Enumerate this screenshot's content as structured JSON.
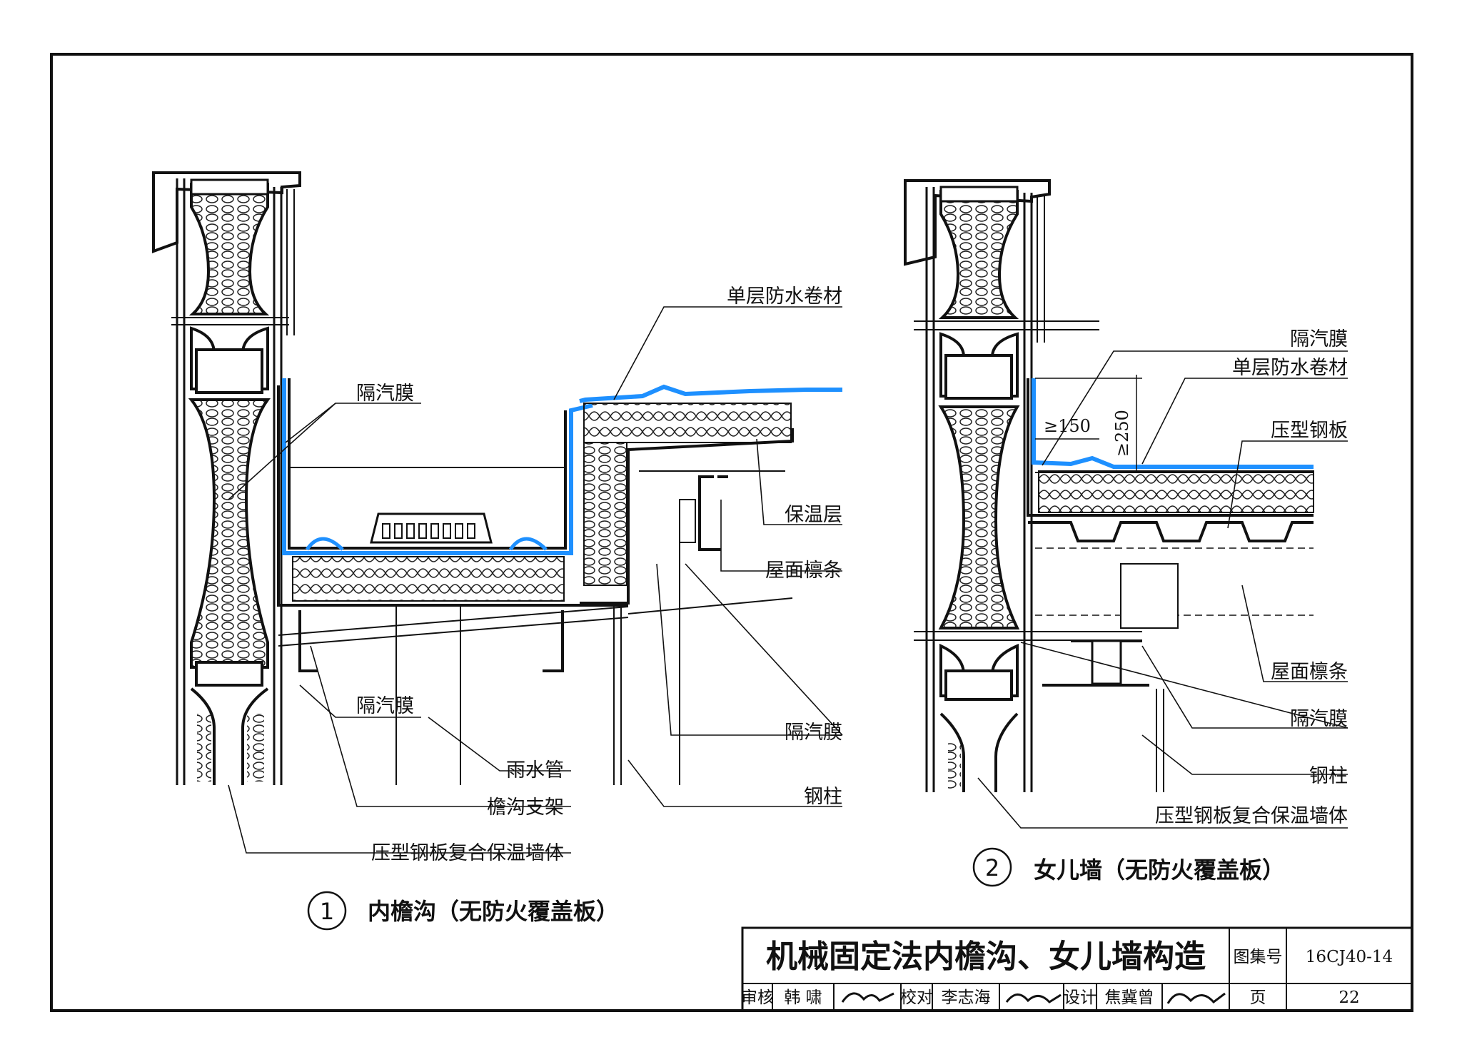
{
  "drawing": {
    "detail_1": {
      "number": "1",
      "caption": "内檐沟（无防火覆盖板）",
      "labels": {
        "waterproof": "单层防水卷材",
        "vapor_upper": "隔汽膜",
        "insulation": "保温层",
        "purlin": "屋面檩条",
        "vapor_lower": "隔汽膜",
        "vapor_right": "隔汽膜",
        "downpipe": "雨水管",
        "gutter_bracket": "檐沟支架",
        "steel_column": "钢柱",
        "wall": "压型钢板复合保温墙体"
      }
    },
    "detail_2": {
      "number": "2",
      "caption": "女儿墙（无防火覆盖板）",
      "labels": {
        "vapor_top": "隔汽膜",
        "waterproof": "单层防水卷材",
        "deck": "压型钢板",
        "purlin": "屋面檩条",
        "vapor_bottom": "隔汽膜",
        "steel_column": "钢柱",
        "wall": "压型钢板复合保温墙体"
      },
      "dims": {
        "horizontal": "≥150",
        "vertical": "≥250"
      }
    }
  },
  "title_block": {
    "title": "机械固定法内檐沟、女儿墙构造",
    "atlas_label": "图集号",
    "atlas_no": "16CJ40-14",
    "review_label": "审核",
    "reviewer": "韩 啸",
    "check_label": "校对",
    "checker": "李志海",
    "design_label": "设计",
    "designer": "焦冀曾",
    "page_label": "页",
    "page_no": "22"
  },
  "colors": {
    "membrane": "#1e90ff",
    "line": "#111111"
  }
}
